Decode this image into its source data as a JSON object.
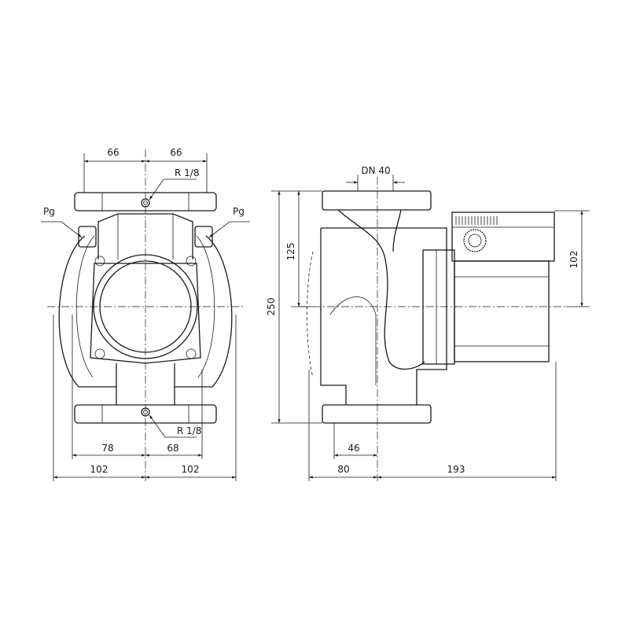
{
  "front_view": {
    "dim_top_left": "66",
    "dim_top_right": "66",
    "thread_top": "R 1/8",
    "thread_bottom": "R 1/8",
    "cable_gland_left": "Pg",
    "cable_gland_right": "Pg",
    "dim_bottom_left_inner": "78",
    "dim_bottom_right_inner": "68",
    "dim_bottom_left_outer": "102",
    "dim_bottom_right_outer": "102"
  },
  "side_view": {
    "nominal_diameter": "DN 40",
    "height_total": "250",
    "height_half": "125",
    "motor_height": "102",
    "dim_bottom_inner": "46",
    "dim_bottom_left": "80",
    "dim_bottom_right": "193"
  }
}
